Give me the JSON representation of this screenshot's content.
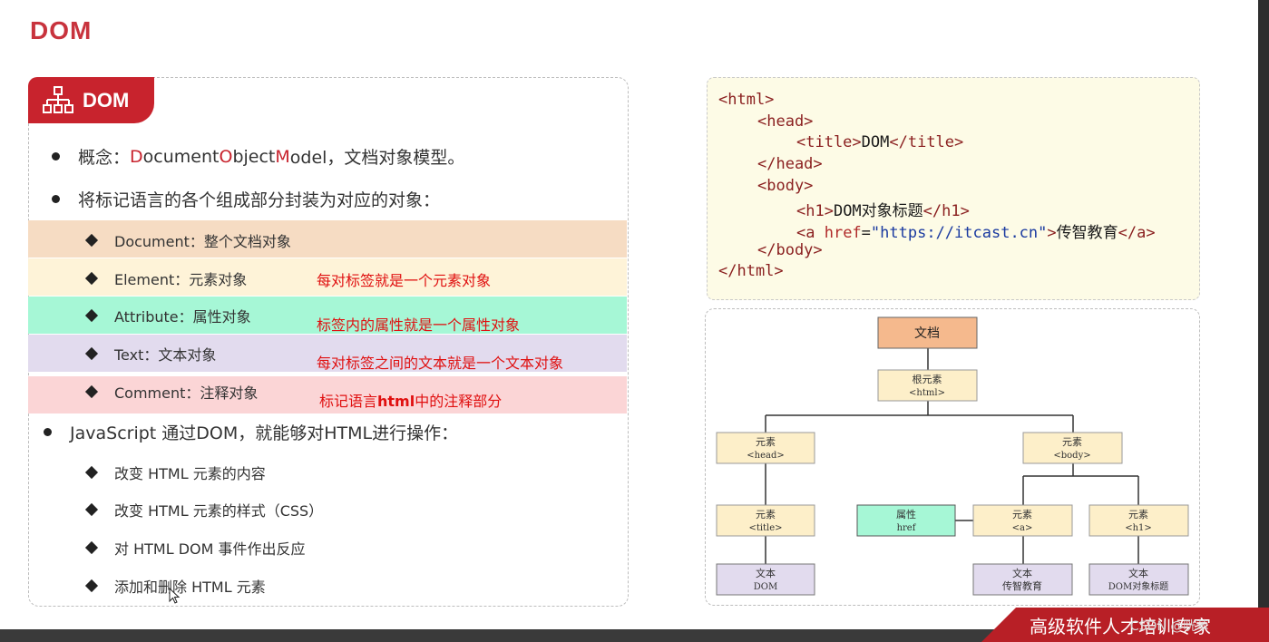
{
  "page": {
    "title": "DOM"
  },
  "tag": {
    "label": "DOM",
    "icon": "hierarchy-icon"
  },
  "colors": {
    "accent_red": "#c8232d",
    "band_document": "#f6dcc3",
    "band_element": "#fef3d8",
    "band_attribute": "#a6f7d6",
    "band_text": "#e2dbee",
    "band_comment": "#fbd5d6",
    "note_red": "#e01010",
    "code_bg": "#fdfbe6"
  },
  "concept": {
    "prefix": "概念：",
    "d": "D",
    "ocument": "ocument ",
    "o": "O",
    "bject": "bject ",
    "m": "M",
    "odel": "odel，文档对象模型。"
  },
  "encapsulate": "将标记语言的各个组成部分封装为对应的对象：",
  "objects": [
    {
      "label": "Document：整个文档对象",
      "note": ""
    },
    {
      "label": "Element：元素对象",
      "note": "每对标签就是一个元素对象"
    },
    {
      "label": "Attribute：属性对象",
      "note": "标签内的属性就是一个属性对象"
    },
    {
      "label": "Text：文本对象",
      "note": "每对标签之间的文本就是一个文本对象"
    },
    {
      "label": "Comment：注释对象",
      "note_pre": "标记语言",
      "note_bold": "html",
      "note_post": "中的注释部分"
    }
  ],
  "js_heading": "JavaScript 通过DOM，就能够对HTML进行操作：",
  "operations": [
    "改变 HTML 元素的内容",
    "改变 HTML 元素的样式（CSS）",
    "对 HTML DOM 事件作出反应",
    "添加和删除 HTML 元素"
  ],
  "code": {
    "l1": "<html>",
    "l2": "<head>",
    "l3_open": "<title>",
    "l3_text": "DOM",
    "l3_close": "</title>",
    "l4": "</head>",
    "l5": "<body>",
    "l6_open": "<h1>",
    "l6_text": "DOM对象标题",
    "l6_close": "</h1>",
    "l7_open": "<a ",
    "l7_attr": "href",
    "l7_eq": "=",
    "l7_val": "\"https://itcast.cn\"",
    "l7_gt": ">",
    "l7_text": "传智教育",
    "l7_close": "</a>",
    "l8": "</body>",
    "l9": "</html>"
  },
  "tree": {
    "doc": "文档",
    "root": [
      "根元素",
      "<html>"
    ],
    "head": [
      "元素",
      "<head>"
    ],
    "body": [
      "元素",
      "<body>"
    ],
    "title": [
      "元素",
      "<title>"
    ],
    "attr": [
      "属性",
      "href"
    ],
    "a": [
      "元素",
      "<a>"
    ],
    "h1": [
      "元素",
      "<h1>"
    ],
    "t_dom": [
      "文本",
      "DOM"
    ],
    "t_a": [
      "文本",
      "传智教育"
    ],
    "t_h1": [
      "文本",
      "DOM对象标题"
    ]
  },
  "banner": {
    "text": "高级软件人才培训专家",
    "watermark": "CSDN @咣苯"
  }
}
